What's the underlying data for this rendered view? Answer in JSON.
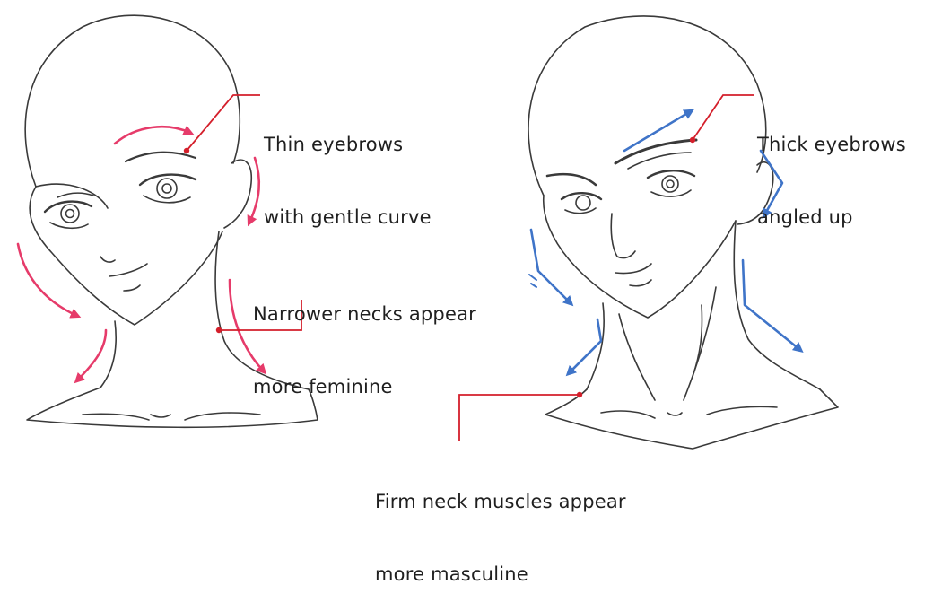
{
  "colors": {
    "ink": "#3a3a3a",
    "leader": "#d41f2b",
    "feminine_arrow": "#e63b6a",
    "masculine_arrow": "#3f74c8"
  },
  "figures": {
    "left": {
      "subject": "feminine head"
    },
    "right": {
      "subject": "masculine head"
    }
  },
  "annotations": {
    "thin_eyebrows": {
      "line1": "Thin eyebrows",
      "line2": "with gentle curve"
    },
    "thick_eyebrows": {
      "line1": "Thick eyebrows",
      "line2": "angled up"
    },
    "narrow_necks": {
      "line1": "Narrower necks appear",
      "line2": "more feminine"
    },
    "firm_neck": {
      "line1": "Firm neck muscles appear",
      "line2": "more masculine"
    }
  }
}
